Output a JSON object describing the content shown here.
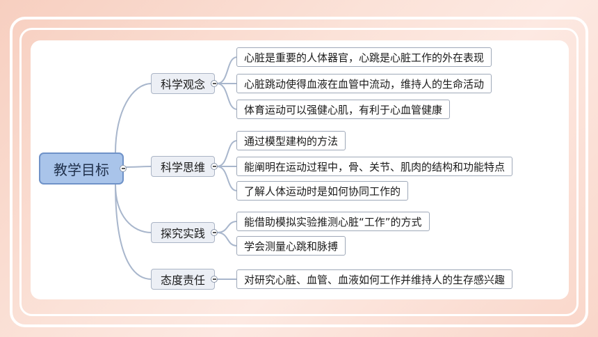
{
  "root": {
    "label": "教学目标"
  },
  "branches": [
    {
      "label": "科学观念",
      "items": [
        "心脏是重要的人体器官，心跳是心脏工作的外在表现",
        "心脏跳动使得血液在血管中流动，维持人的生命活动",
        "体育运动可以强健心肌，有利于心血管健康"
      ]
    },
    {
      "label": "科学思维",
      "items": [
        "通过模型建构的方法",
        "能阐明在运动过程中，骨、关节、肌肉的结构和功能特点",
        "了解人体运动时是如何协同工作的"
      ]
    },
    {
      "label": "探究实践",
      "items": [
        "能借助模拟实验推测心脏“工作”的方式",
        "学会测量心跳和脉搏"
      ]
    },
    {
      "label": "态度责任",
      "items": [
        "对研究心脏、血管、血液如何工作并维持人的生存感兴趣"
      ]
    }
  ],
  "colors": {
    "root_fill": "#a9c4ea",
    "connector": "#a8b6cc",
    "branch_fill": "#eceff5"
  }
}
